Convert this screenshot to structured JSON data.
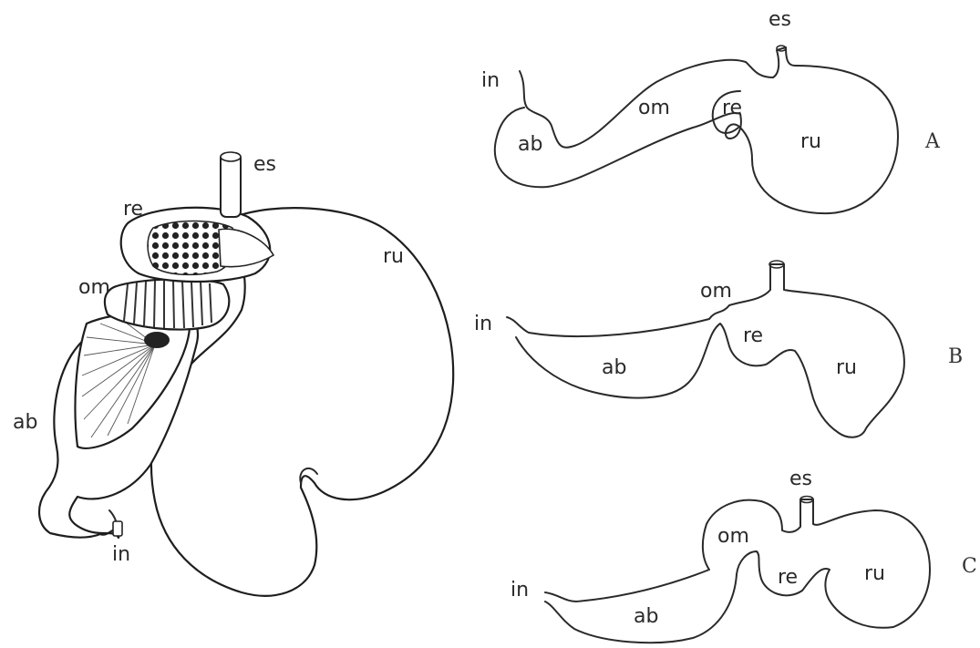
{
  "drawing": {
    "labels": {
      "es": "es",
      "re": "re",
      "ru": "ru",
      "om": "om",
      "ab": "ab",
      "in": "in"
    }
  },
  "diagram_a": {
    "panel_letter": "A",
    "labels": {
      "in": "in",
      "ab": "ab",
      "om": "om",
      "re": "re",
      "ru": "ru",
      "es": "es"
    }
  },
  "diagram_b": {
    "panel_letter": "B",
    "labels": {
      "in": "in",
      "ab": "ab",
      "om": "om",
      "re": "re",
      "ru": "ru"
    }
  },
  "diagram_c": {
    "panel_letter": "C",
    "labels": {
      "in": "in",
      "ab": "ab",
      "om": "om",
      "re": "re",
      "ru": "ru",
      "es": "es"
    }
  },
  "colors": {
    "ink": "#2a2a2a",
    "paper": "#ffffff"
  }
}
